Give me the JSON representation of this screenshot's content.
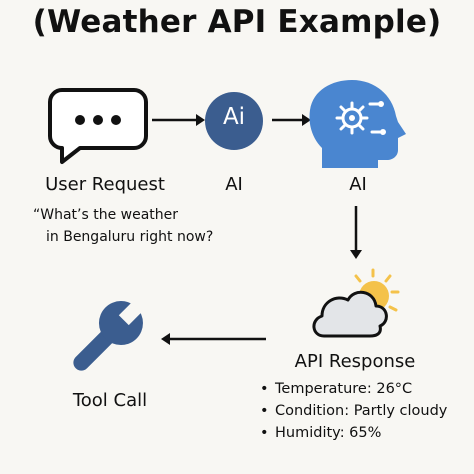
{
  "title": "(Weather API Example)",
  "nodes": {
    "user_request": {
      "label": "User Request",
      "quote_line1": "“What’s the weather",
      "quote_line2": "in Bengaluru right now?"
    },
    "ai_badge": {
      "badge_text": "Ai",
      "label": "AI"
    },
    "ai_head": {
      "label": "AI"
    },
    "api_response": {
      "label": "API Response",
      "items": [
        "Temperature: 26°C",
        "Condition: Partly cloudy",
        "Humidity: 65%"
      ]
    },
    "tool_call": {
      "label": "Tool Call"
    }
  },
  "icons": {
    "user_request": "chat-bubble-icon",
    "ai_badge": "ai-circle-icon",
    "ai_head": "ai-head-circuit-icon",
    "api_response": "cloud-sun-icon",
    "tool_call": "wrench-icon"
  },
  "colors": {
    "ai_blue": "#3b5d8f",
    "head_blue": "#4a86d0",
    "sun_yellow": "#f4c24a",
    "cloud_fill": "#e3e5e8",
    "wrench_blue": "#3b5d8f"
  }
}
